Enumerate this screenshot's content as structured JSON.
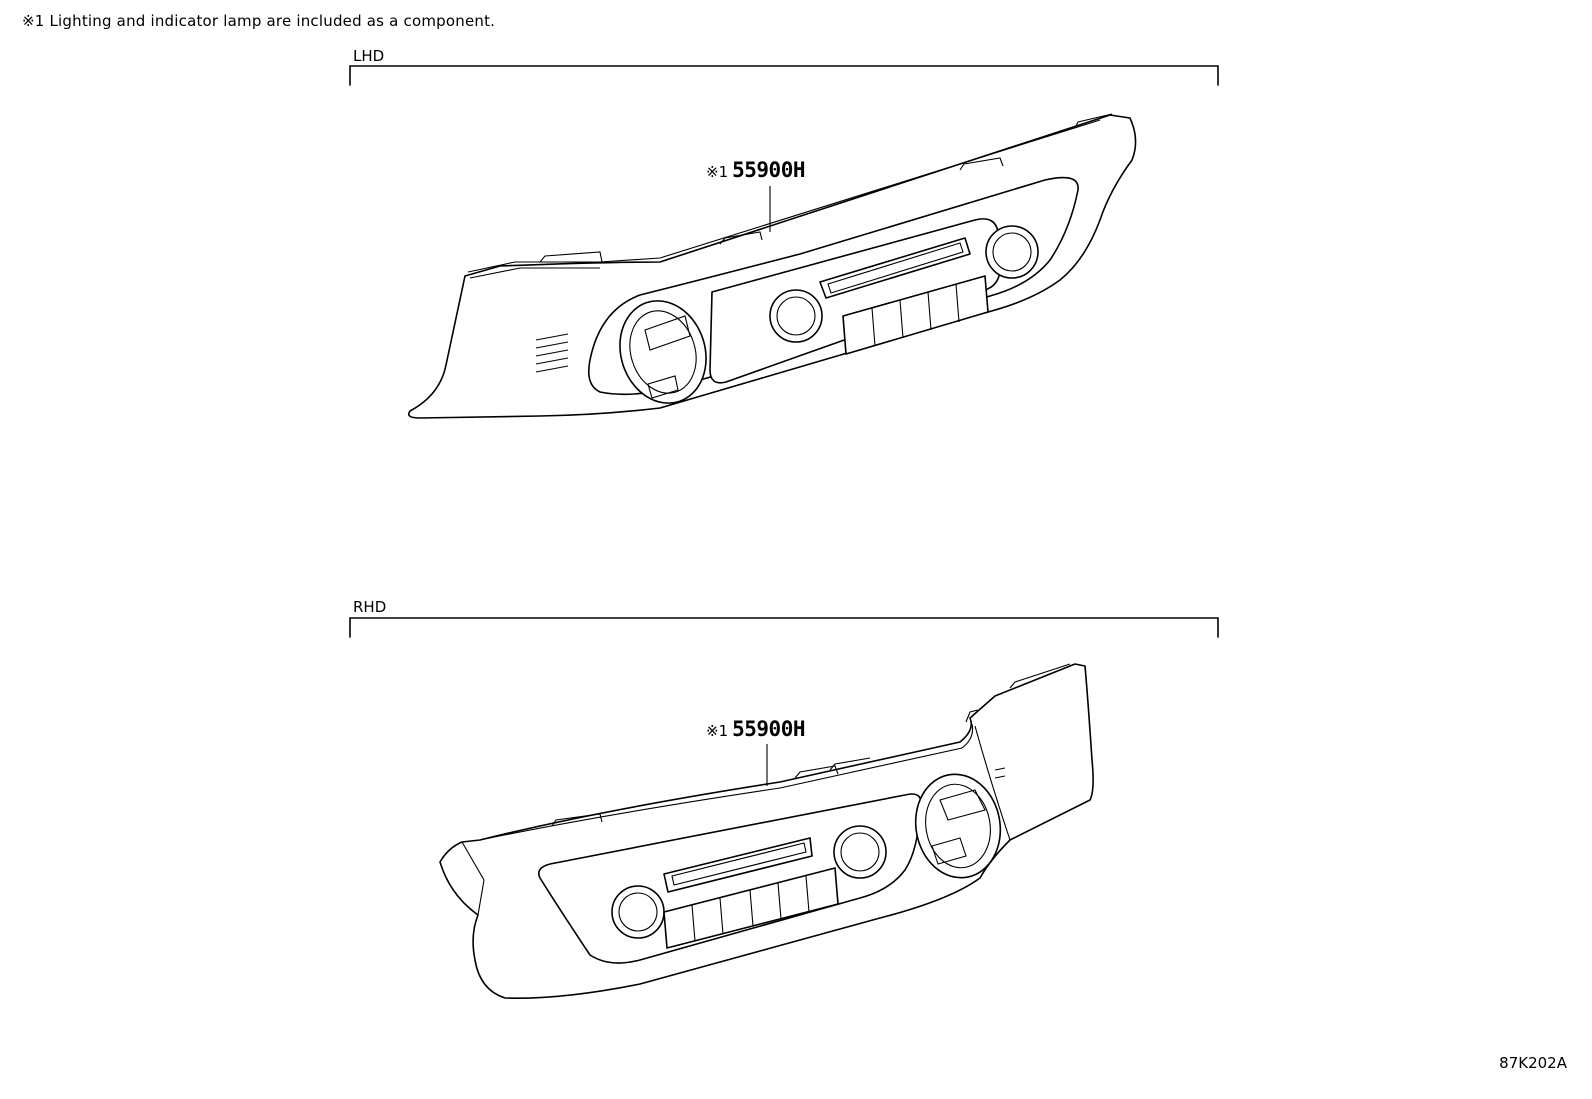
{
  "note": {
    "mark": "※1",
    "text": "Lighting and indicator lamp are included as a component."
  },
  "sections": [
    {
      "label": "LHD",
      "callout_mark": "※1",
      "part_number": "55900H"
    },
    {
      "label": "RHD",
      "callout_mark": "※1",
      "part_number": "55900H"
    }
  ],
  "figure_id": "87K202A"
}
